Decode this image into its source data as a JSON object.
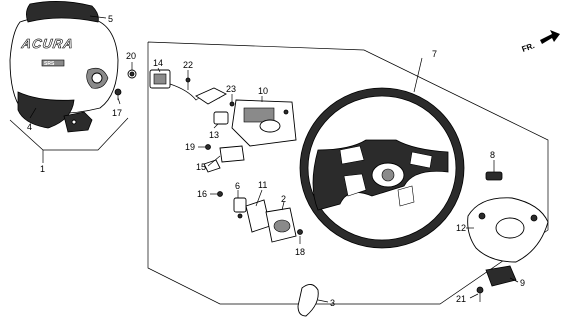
{
  "diagram": {
    "brand_text": "ACURA",
    "emblem_text": "SRS",
    "direction_label": "FR.",
    "callouts": [
      {
        "id": "c1",
        "label": "1"
      },
      {
        "id": "c2",
        "label": "2"
      },
      {
        "id": "c3",
        "label": "3"
      },
      {
        "id": "c4",
        "label": "4"
      },
      {
        "id": "c5",
        "label": "5"
      },
      {
        "id": "c6",
        "label": "6"
      },
      {
        "id": "c7",
        "label": "7"
      },
      {
        "id": "c8",
        "label": "8"
      },
      {
        "id": "c9",
        "label": "9"
      },
      {
        "id": "c10",
        "label": "10"
      },
      {
        "id": "c11",
        "label": "11"
      },
      {
        "id": "c12",
        "label": "12"
      },
      {
        "id": "c13",
        "label": "13"
      },
      {
        "id": "c14",
        "label": "14"
      },
      {
        "id": "c15",
        "label": "15"
      },
      {
        "id": "c16",
        "label": "16"
      },
      {
        "id": "c17",
        "label": "17"
      },
      {
        "id": "c18",
        "label": "18"
      },
      {
        "id": "c19",
        "label": "19"
      },
      {
        "id": "c20",
        "label": "20"
      },
      {
        "id": "c21",
        "label": "21"
      },
      {
        "id": "c22",
        "label": "22"
      },
      {
        "id": "c23",
        "label": "23"
      }
    ]
  }
}
